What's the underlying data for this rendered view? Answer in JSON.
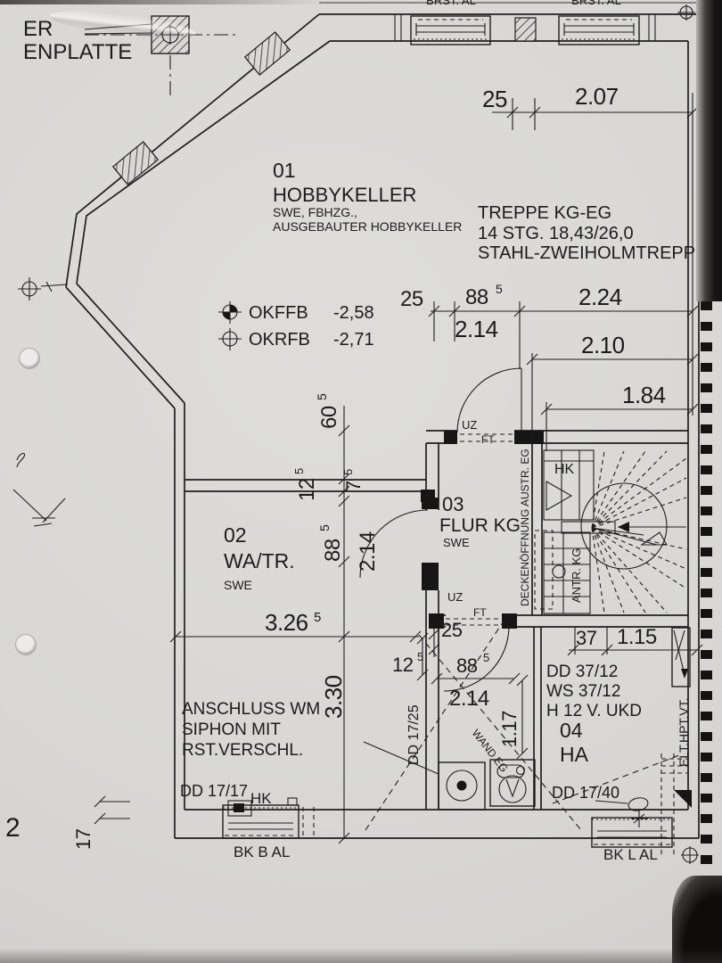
{
  "colors": {
    "paper": "#d9d8d5",
    "ink": "#1e1e1e"
  },
  "page": {
    "number": "2"
  },
  "notes": {
    "corner_line1": "ER",
    "corner_line2": "ENPLATTE",
    "anschluss_line1": "ANSCHLUSS WM",
    "anschluss_line2": "SIPHON MIT",
    "anschluss_line3": "RST.VERSCHL.",
    "wand_eg": "WAND EG",
    "elt_hpt_vt": "ELT.HPT.VT.",
    "dd_37_12": "DD 37/12",
    "ws_37_12": "WS 37/12",
    "h_12_v_ukd": "H 12 V. UKD",
    "dd_17_17": "DD 17/17",
    "hk_heizkoerper": "HK",
    "dd_17_25": "DD 17/25",
    "dd_17_40": "DD 17/40",
    "uz_top": "UZ",
    "ft_top": "FT",
    "uz_bottom": "UZ",
    "ft_bottom": "FT",
    "window_top_left_label": "BRST. AL",
    "window_top_right_label": "BRST. AL",
    "window_bottom_left_label": "BK B AL",
    "window_bottom_right_label": "BK L AL"
  },
  "rooms": {
    "r01": {
      "number": "01",
      "name": "HOBBYKELLER",
      "note1": "SWE, FBHZG.,",
      "note2": "AUSGEBAUTER HOBBYKELLER"
    },
    "r02": {
      "number": "02",
      "name": "WA/TR.",
      "note": "SWE"
    },
    "r03": {
      "number": "03",
      "name": "FLUR KG",
      "note": "SWE"
    },
    "r04": {
      "number": "04",
      "name": "HA"
    }
  },
  "stair": {
    "line1": "TREPPE KG-EG",
    "line2": "14 STG. 18,43/26,0",
    "line3": "STAHL-ZWEIHOLMTREPPE",
    "hk_label": "HK",
    "antritt_label": "ANTR. KG",
    "ceiling_opening_label": "DECKENÖFFNUNG AUSTR. EG"
  },
  "levels": {
    "ffb_label": "OKFFB",
    "ffb_value": "-2,58",
    "rfb_label": "OKRFB",
    "rfb_value": "-2,71"
  },
  "dimensions": {
    "top": {
      "a": "25",
      "b": "2.07"
    },
    "upper": {
      "a": "25",
      "b": "88",
      "b_sup": "5",
      "c": "2.24",
      "d": "2.14",
      "e": "2.10",
      "f": "1.84"
    },
    "left": {
      "a": "60",
      "a_sup": "5",
      "b": "12",
      "b_sup": "5",
      "c": "7",
      "c_sup": "5",
      "d": "88",
      "d_sup": "5",
      "e": "2.14",
      "f": "3.26",
      "f_sup": "5",
      "g": "3.30",
      "h": "17"
    },
    "lower": {
      "a": "25",
      "b": "12",
      "b_sup": "5",
      "c": "88",
      "c_sup": "5",
      "d": "2.14",
      "e": "1.17"
    },
    "right": {
      "a": "37",
      "b": "1.15"
    }
  }
}
